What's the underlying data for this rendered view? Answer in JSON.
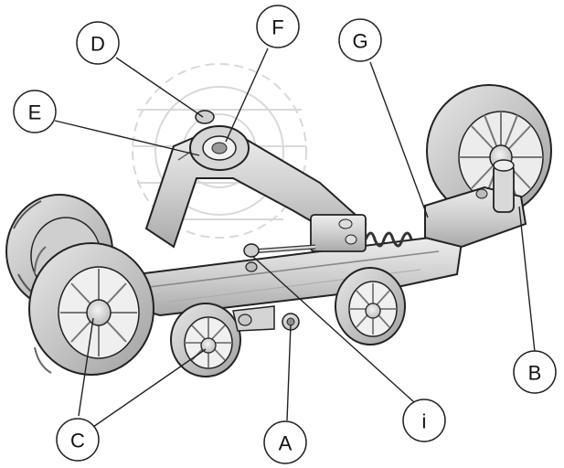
{
  "labels": {
    "A": "A",
    "B": "B",
    "C": "C",
    "D": "D",
    "E": "E",
    "F": "F",
    "G": "G",
    "i": "i"
  },
  "colors": {
    "line": "#222222",
    "metal_light": "#e4e4e4",
    "metal_mid": "#c4c4c4",
    "metal_dark": "#8a8a8a",
    "tire": "#d8d8d8",
    "tire_dark": "#9a9a9a",
    "ghost_gear": "#e6e6e6"
  }
}
